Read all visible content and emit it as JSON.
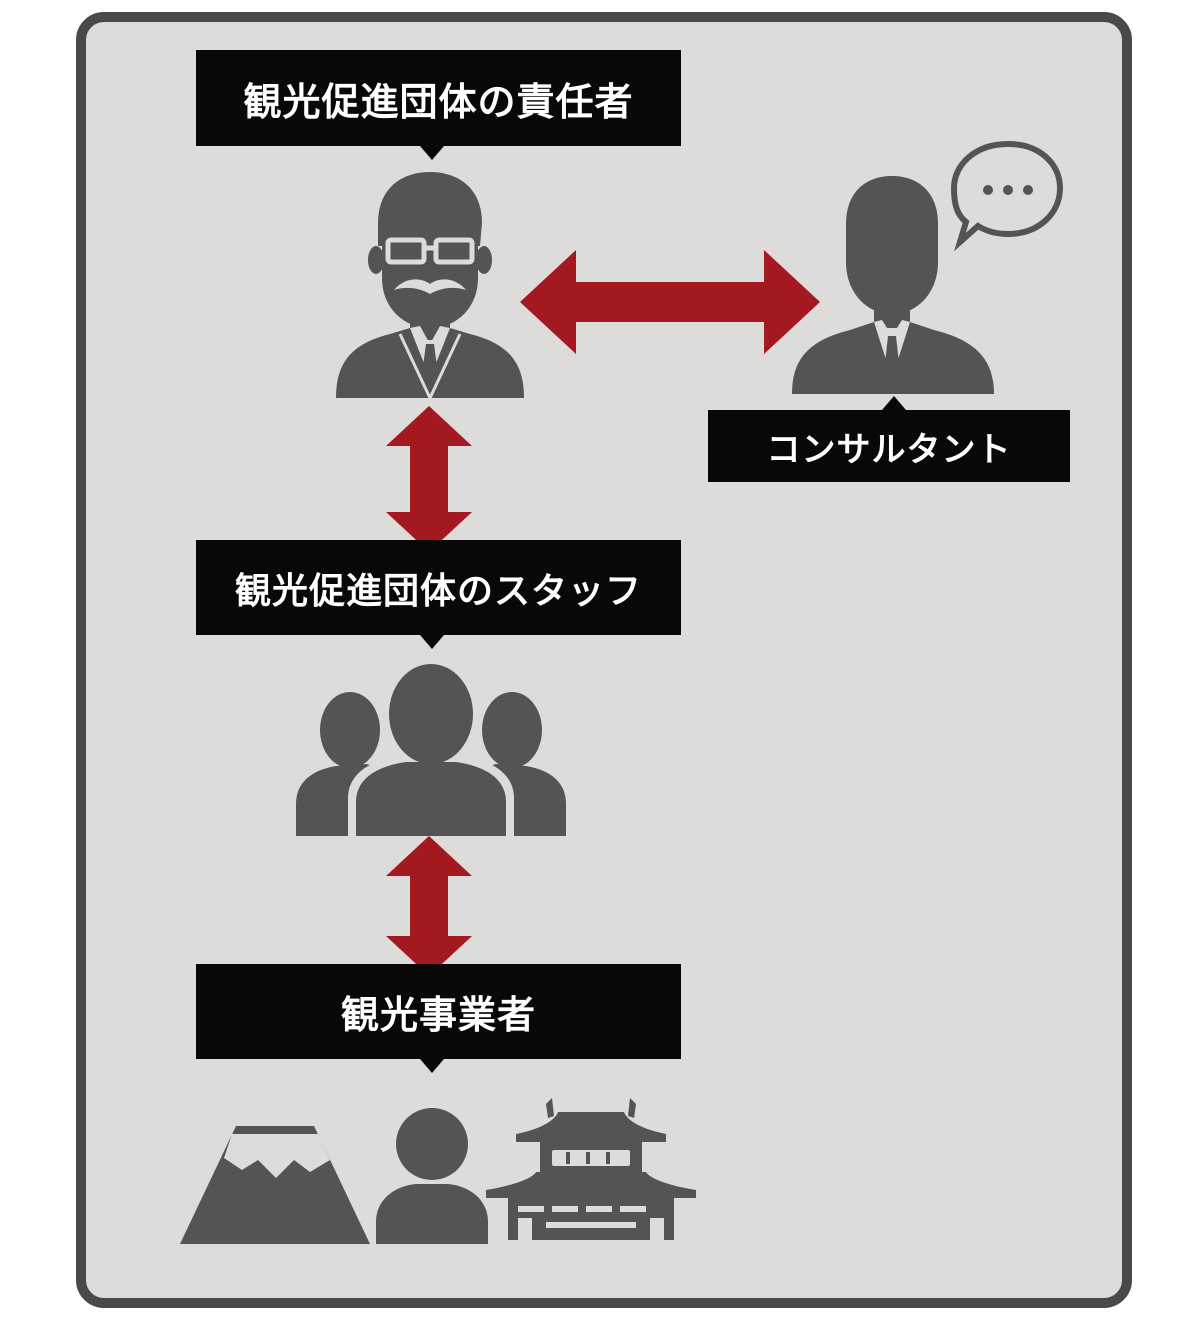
{
  "nodes": {
    "leader": {
      "label": "観光促進団体の責任者"
    },
    "consultant": {
      "label": "コンサルタント"
    },
    "staff": {
      "label": "観光促進団体のスタッフ"
    },
    "operators": {
      "label": "観光事業者"
    }
  },
  "icons": {
    "leader": "man-with-glasses-mustache-icon",
    "consultant": "businessman-speech-bubble-icon",
    "staff": "group-of-people-icon",
    "operators": [
      "mount-fuji-icon",
      "person-icon",
      "castle-icon"
    ]
  },
  "colors": {
    "panel_bg": "#dddcdb",
    "panel_border": "#4a4948",
    "label_bg": "#0a0806",
    "label_text": "#ffffff",
    "arrow": "#a3191f",
    "icon": "#555454"
  }
}
